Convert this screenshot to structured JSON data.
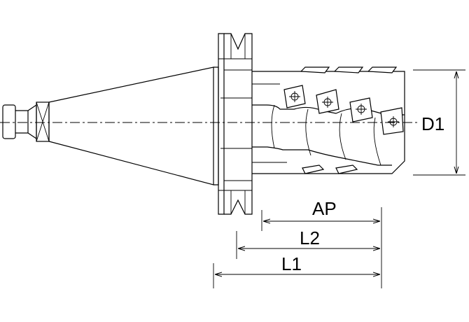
{
  "dimensions": {
    "d1": "D1",
    "ap": "AP",
    "l2": "L2",
    "l1": "L1"
  }
}
